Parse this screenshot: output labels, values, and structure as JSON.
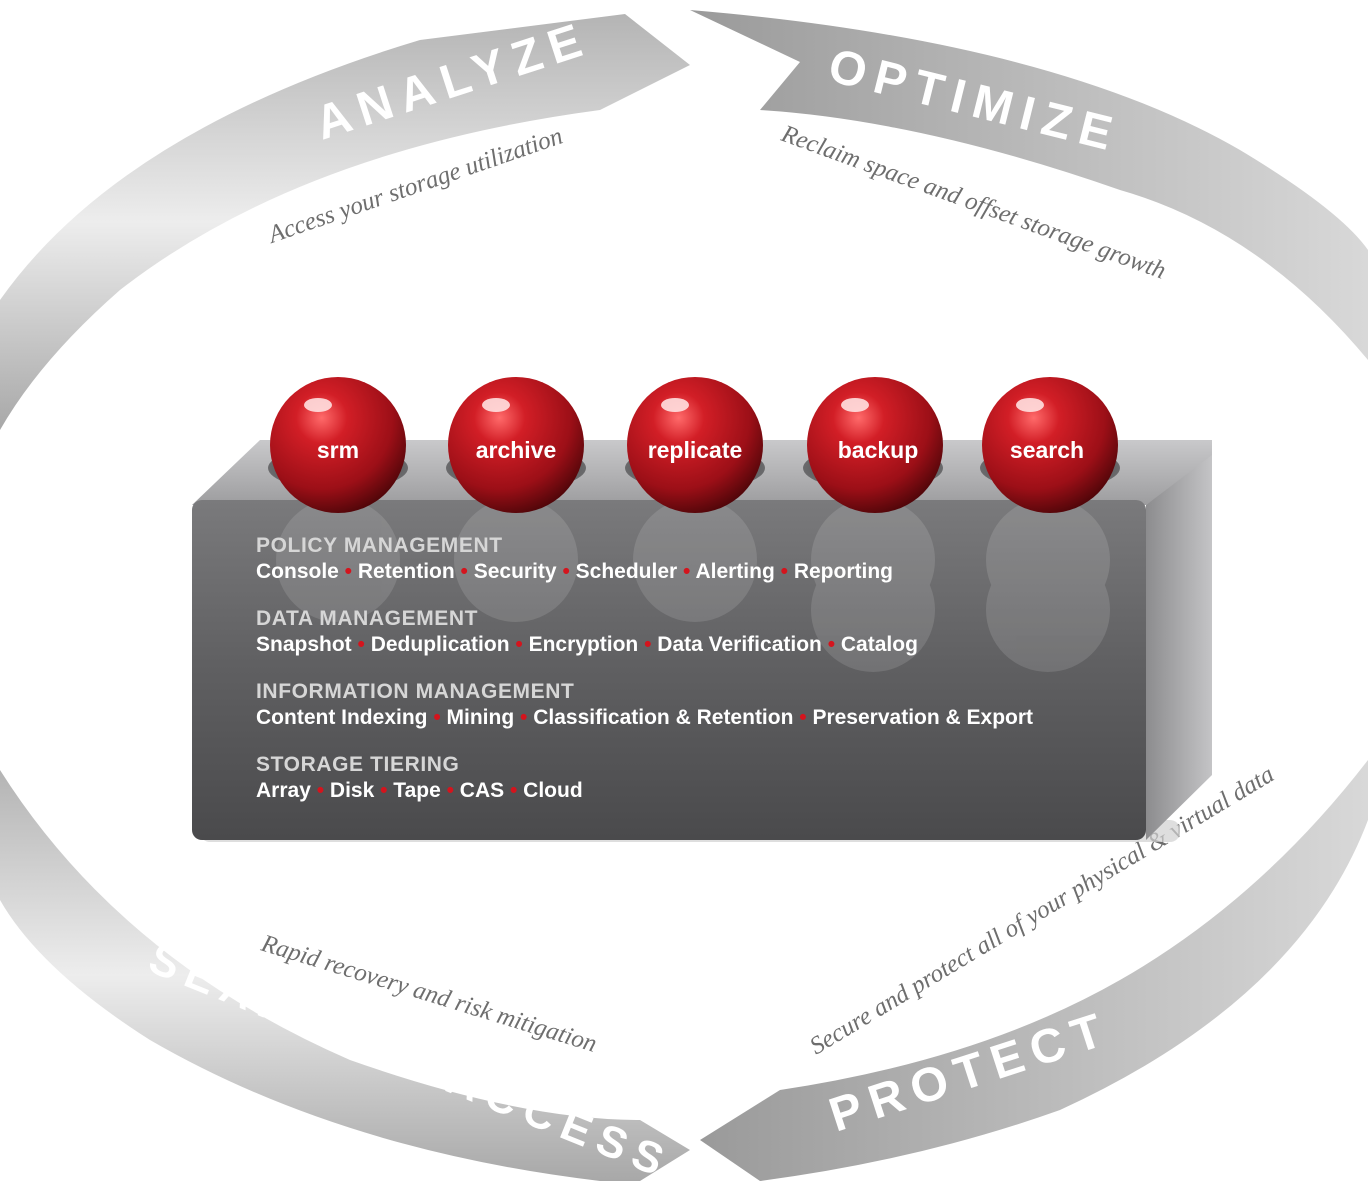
{
  "cycle": {
    "phases": [
      {
        "id": "analyze",
        "label": "ANALYZE",
        "tagline": "Access your storage utilization"
      },
      {
        "id": "optimize",
        "label": "OPTIMIZE",
        "tagline": "Reclaim space and offset storage growth"
      },
      {
        "id": "protect",
        "label": "PROTECT",
        "tagline": "Secure and protect all of your physical & virtual data"
      },
      {
        "id": "search",
        "label": "SEARCH & ACCESS",
        "tagline": "Rapid recovery and risk mitigation"
      }
    ]
  },
  "modules": [
    "srm",
    "archive",
    "replicate",
    "backup",
    "search"
  ],
  "sections": [
    {
      "heading": "POLICY MANAGEMENT",
      "items": [
        "Console",
        "Retention",
        "Security",
        "Scheduler",
        "Alerting",
        "Reporting"
      ]
    },
    {
      "heading": "DATA MANAGEMENT",
      "items": [
        "Snapshot",
        "Deduplication",
        "Encryption",
        "Data Verification",
        "Catalog"
      ]
    },
    {
      "heading": "INFORMATION MANAGEMENT",
      "items": [
        "Content Indexing",
        "Mining",
        "Classification & Retention",
        "Preservation & Export"
      ]
    },
    {
      "heading": "STORAGE TIERING",
      "items": [
        "Array",
        "Disk",
        "Tape",
        "CAS",
        "Cloud"
      ]
    }
  ],
  "colors": {
    "ring": "#a3a3a3",
    "block_face": "#5c5c5e",
    "block_top": "#b9b9bb",
    "ball": "#b3121d",
    "bullet": "#d4141d"
  }
}
